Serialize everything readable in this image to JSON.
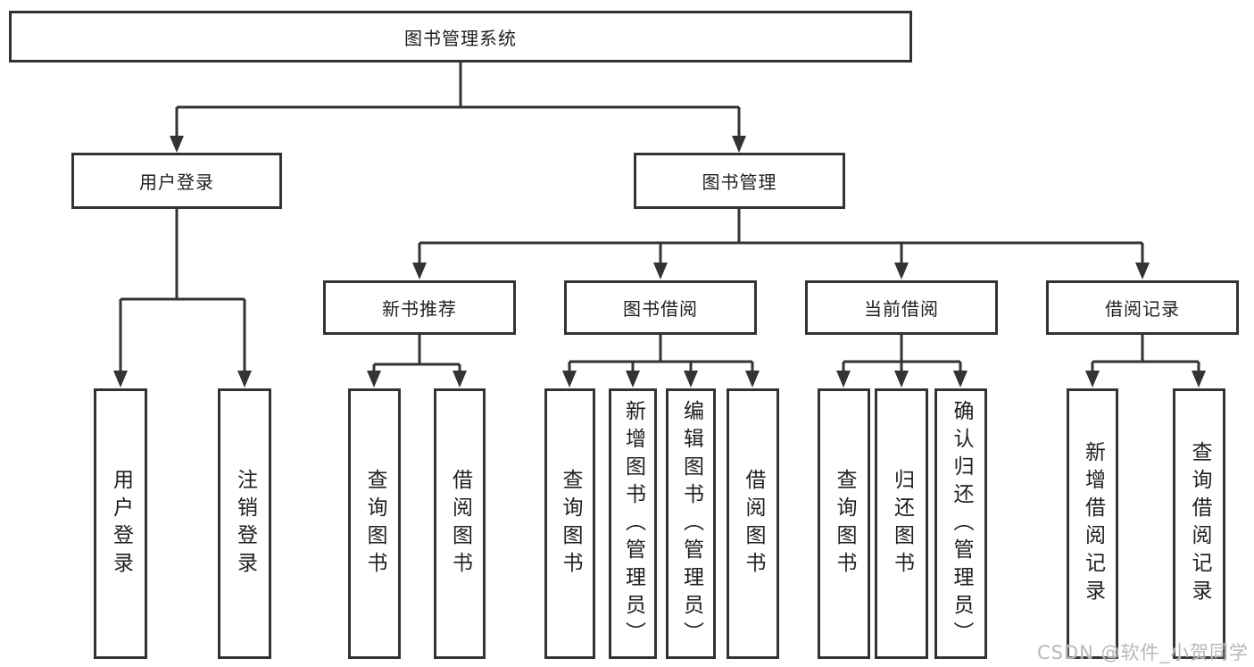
{
  "diagram": {
    "root": {
      "label": "图书管理系统"
    },
    "level2": [
      {
        "label": "用户登录"
      },
      {
        "label": "图书管理"
      }
    ],
    "level3": [
      {
        "label": "新书推荐"
      },
      {
        "label": "图书借阅"
      },
      {
        "label": "当前借阅"
      },
      {
        "label": "借阅记录"
      }
    ],
    "leaves": {
      "user_login": [
        "用户登录",
        "注销登录"
      ],
      "new_book_recommend": [
        "查询图书",
        "借阅图书"
      ],
      "book_borrow": [
        "查询图书",
        "新增图书（管理员）",
        "编辑图书（管理员）",
        "借阅图书"
      ],
      "current_borrow": [
        "查询图书",
        "归还图书",
        "确认归还（管理员）"
      ],
      "borrow_records": [
        "新增借阅记录",
        "查询借阅记录"
      ]
    }
  },
  "watermark": "CSDN @软件_小贺同学",
  "colors": {
    "line": "#333333",
    "text": "#1f1f1f",
    "background": "#ffffff",
    "watermark": "#b8b8b8"
  }
}
